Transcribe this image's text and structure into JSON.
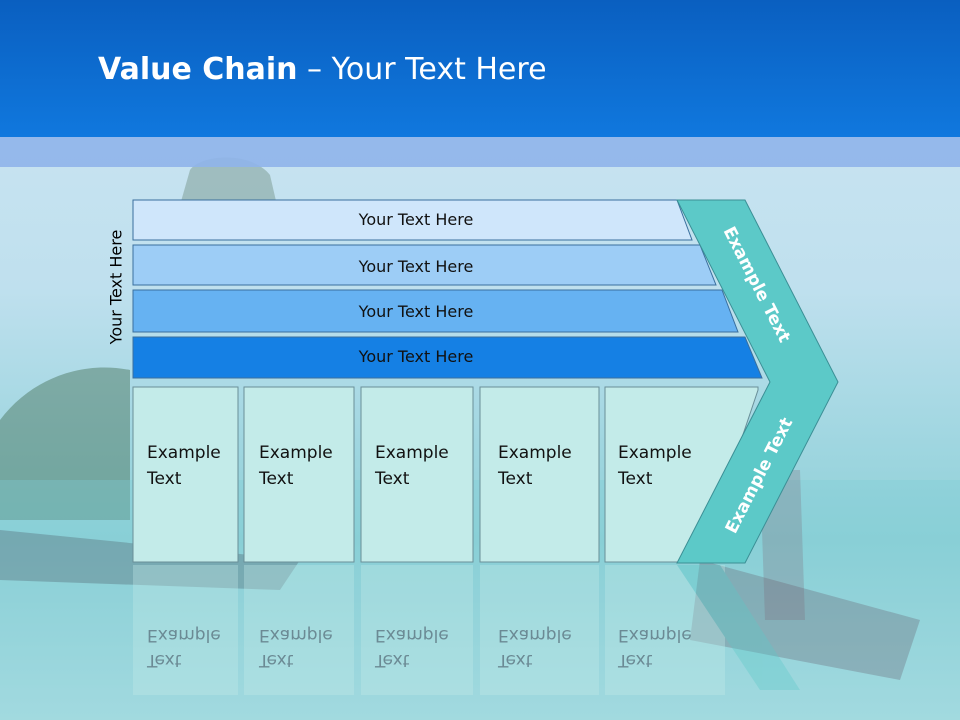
{
  "title": {
    "bold": "Value Chain",
    "rest": " – Your Text Here"
  },
  "side_label": "Your Text Here",
  "bars": [
    {
      "label": "Your Text Here",
      "color": "#cfe6fb"
    },
    {
      "label": "Your Text Here",
      "color": "#9dcdf6"
    },
    {
      "label": "Your Text Here",
      "color": "#66b2f2"
    },
    {
      "label": "Your Text Here",
      "color": "#1580e4"
    }
  ],
  "boxes": [
    {
      "line1": "Example",
      "line2": "Text"
    },
    {
      "line1": "Example",
      "line2": "Text"
    },
    {
      "line1": "Example",
      "line2": "Text"
    },
    {
      "line1": "Example",
      "line2": "Text"
    },
    {
      "line1": "Example",
      "line2": "Text"
    }
  ],
  "chevron": {
    "top_label": "Example Text",
    "bottom_label": "Example Text",
    "color": "#5cc9c8"
  },
  "colors": {
    "header": "#0d6dd2",
    "box_fill": "#c3ebe9"
  }
}
